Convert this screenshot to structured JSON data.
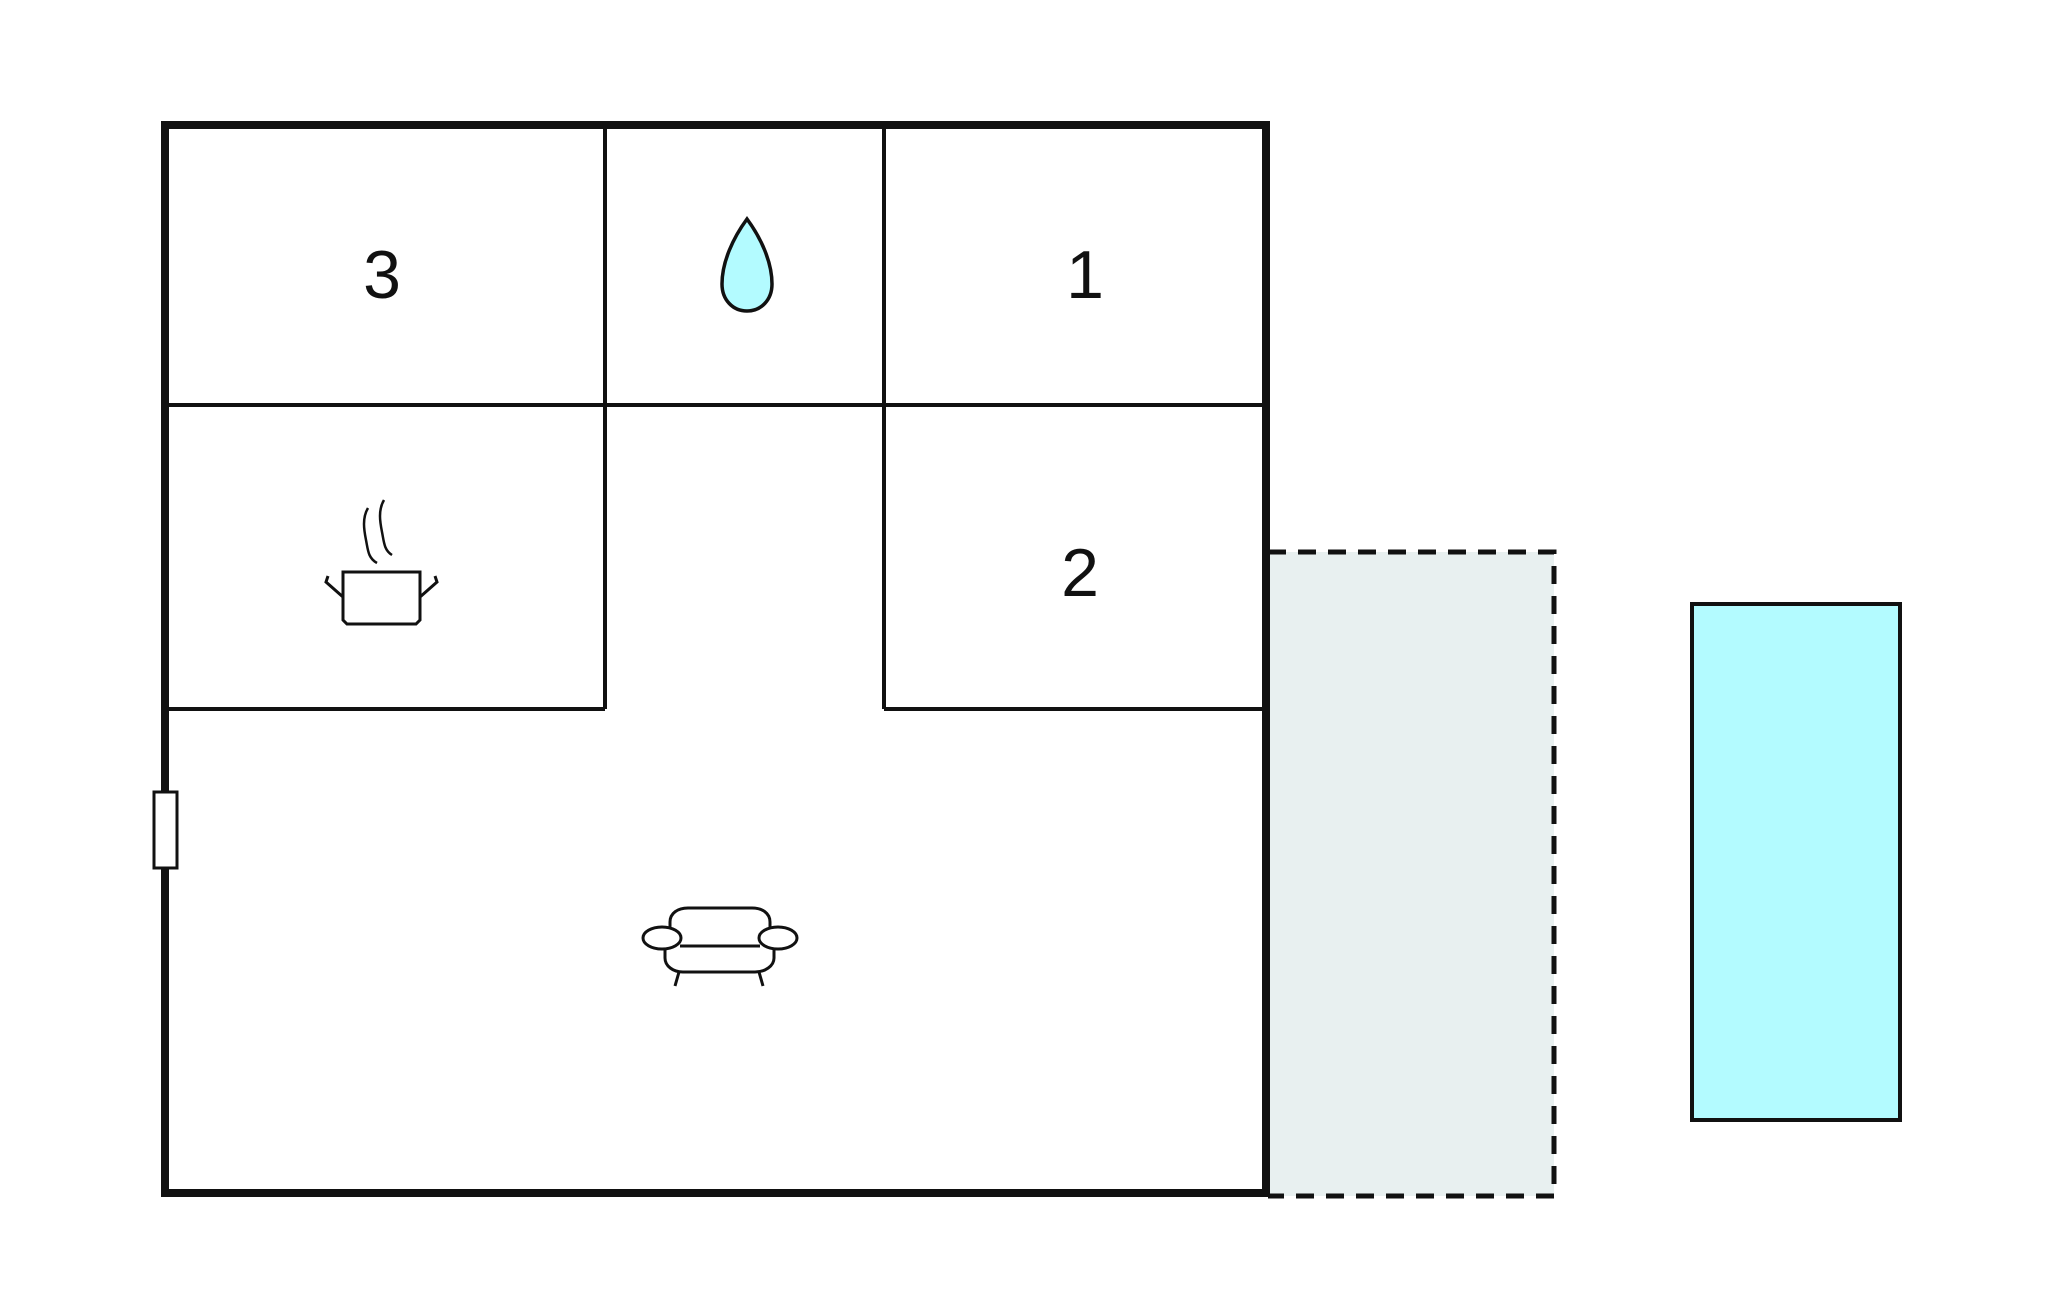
{
  "floorplan": {
    "rooms": [
      {
        "id": "bedroom-3",
        "label": "3"
      },
      {
        "id": "bedroom-1",
        "label": "1"
      },
      {
        "id": "bedroom-2",
        "label": "2"
      },
      {
        "id": "bathroom",
        "icon": "water-drop-icon"
      },
      {
        "id": "kitchen",
        "icon": "cooking-pot-icon"
      },
      {
        "id": "living-room",
        "icon": "sofa-icon"
      }
    ],
    "terrace": {
      "style": "dashed",
      "fill": "#e8f0f0"
    },
    "pool": {
      "fill": "#b3fbff"
    },
    "door": {
      "icon": "door-icon"
    }
  },
  "colors": {
    "wall": "#111111",
    "water": "#b3fbff",
    "terrace": "#e8f0f0",
    "background": "#ffffff"
  }
}
